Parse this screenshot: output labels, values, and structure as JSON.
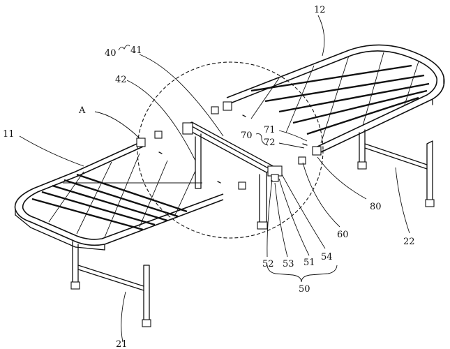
{
  "labels": {
    "l12": "12",
    "l40": "40",
    "l41": "41",
    "l42": "42",
    "lA": "A",
    "l11": "11",
    "l70": "70",
    "l71": "71",
    "l72": "72",
    "l80": "80",
    "l22": "22",
    "l60": "60",
    "l54": "54",
    "l51": "51",
    "l53": "53",
    "l52": "52",
    "l50": "50",
    "l21": "21"
  }
}
